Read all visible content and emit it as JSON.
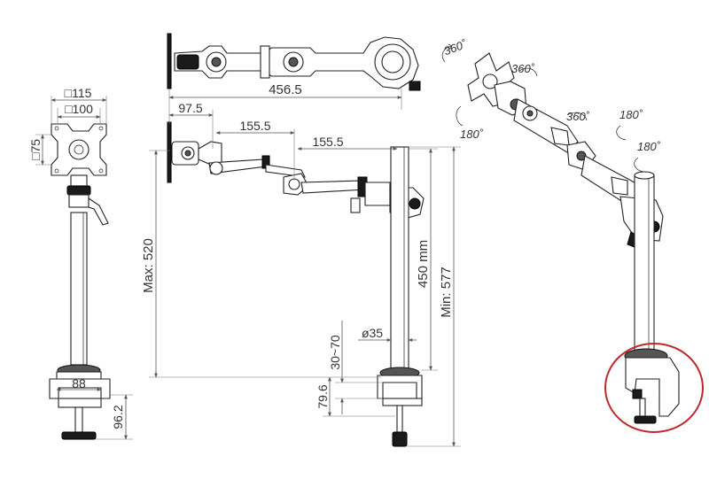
{
  "colors": {
    "line": "#222222",
    "dim_line": "#555555",
    "highlight_circle": "#c0262c"
  },
  "dimensions": {
    "plate_outer": "□115",
    "plate_inner": "□100",
    "plate_hole": "□75",
    "base_width": "88",
    "clamp_height": "96.2",
    "overall_width": "456.5",
    "arm_seg_1": "97.5",
    "arm_seg_2": "155.5",
    "arm_seg_3": "155.5",
    "max_height": "Max: 520",
    "pole_height": "450 mm",
    "min_height": "Min: 577",
    "pole_diameter": "ø35",
    "desk_thickness": "30~70",
    "clamp_depth": "79.6"
  },
  "rotations": {
    "head": "360˚",
    "tilt": "180˚",
    "joint_1": "360˚",
    "joint_2": "360˚",
    "pole_1": "180˚",
    "pole_2": "180˚"
  }
}
